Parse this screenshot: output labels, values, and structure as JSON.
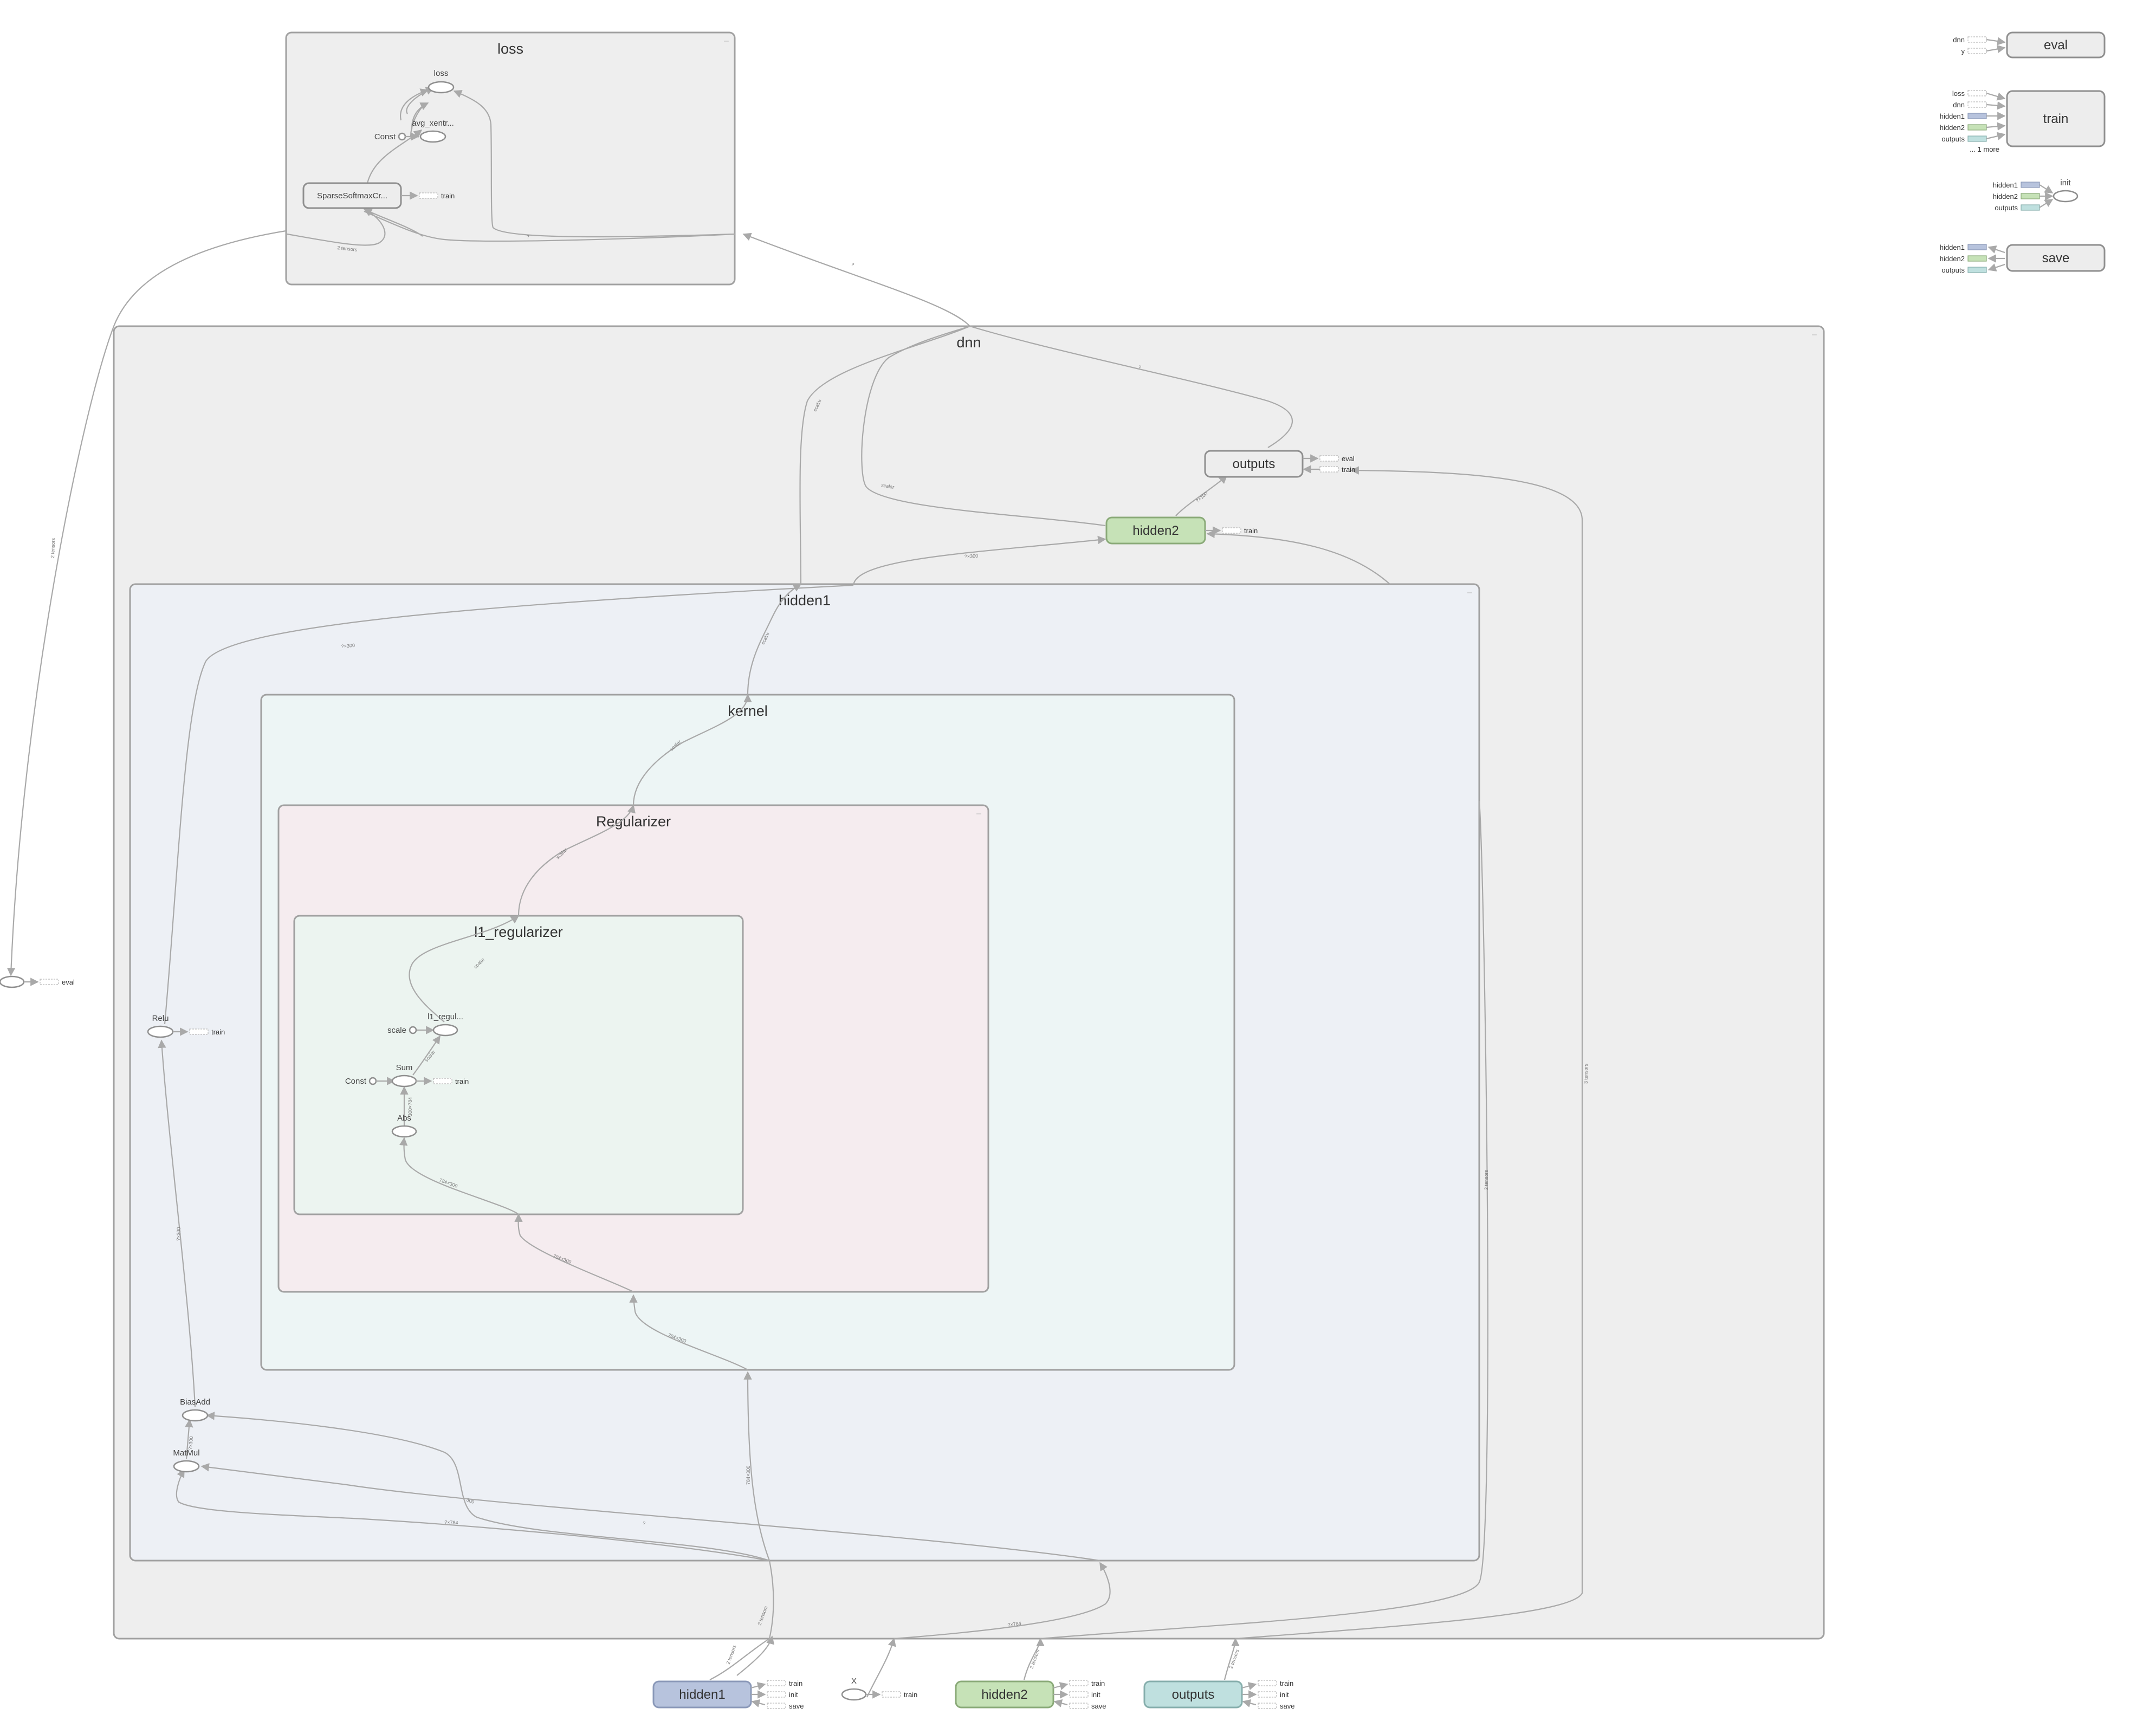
{
  "graph": {
    "groups": {
      "loss": "loss",
      "dnn": "dnn",
      "hidden1": "hidden1",
      "kernel": "kernel",
      "regularizer": "Regularizer",
      "l1_regularizer": "l1_regularizer"
    },
    "nodes": {
      "loss_op": "loss",
      "avg_xentropy": "avg_xentr...",
      "loss_const": "Const",
      "sparse_softmax": "SparseSoftmaxCr...",
      "outputs": "outputs",
      "hidden2": "hidden2",
      "relu": "Relu",
      "bias_add": "BiasAdd",
      "matmul": "MatMul",
      "l1_scale_op": "l1_regul...",
      "scale": "scale",
      "sum": "Sum",
      "sum_const": "Const",
      "abs": "Abs",
      "bottom_hidden1": "hidden1",
      "bottom_x": "X",
      "bottom_hidden2": "hidden2",
      "bottom_outputs": "outputs",
      "right_eval": "eval",
      "right_train": "train",
      "right_init": "init",
      "right_save": "save"
    },
    "ports": {
      "train": "train",
      "eval": "eval",
      "init": "init",
      "save": "save",
      "eval_in": [
        "dnn",
        "y"
      ],
      "train_in": [
        "loss",
        "dnn",
        "hidden1",
        "hidden2",
        "outputs",
        "... 1 more"
      ],
      "init_in": [
        "hidden1",
        "hidden2",
        "outputs"
      ],
      "save_in": [
        "hidden1",
        "hidden2",
        "outputs"
      ]
    },
    "edge_labels": {
      "two_tensors": "2 tensors",
      "three_tensors": "3 tensors",
      "scalar": "scalar",
      "q300": "?×300",
      "q100": "?×100",
      "q784": "?×784",
      "w784_300": "784×300",
      "s300": "300",
      "s100": "100",
      "dims_300x784": "300×784",
      "q1": "?"
    },
    "colors": {
      "outer_group": "#eeeeee",
      "hidden1_group": "#edf0f5",
      "kernel_group": "#edf5f5",
      "regularizer_group": "#f5ecef",
      "l1_group": "#ecf4f0",
      "hidden1_node": "#b7c3dd",
      "hidden2_node": "#c6e2b7",
      "outputs_node": "#bfe0df",
      "edge": "#a9a9a9"
    }
  }
}
